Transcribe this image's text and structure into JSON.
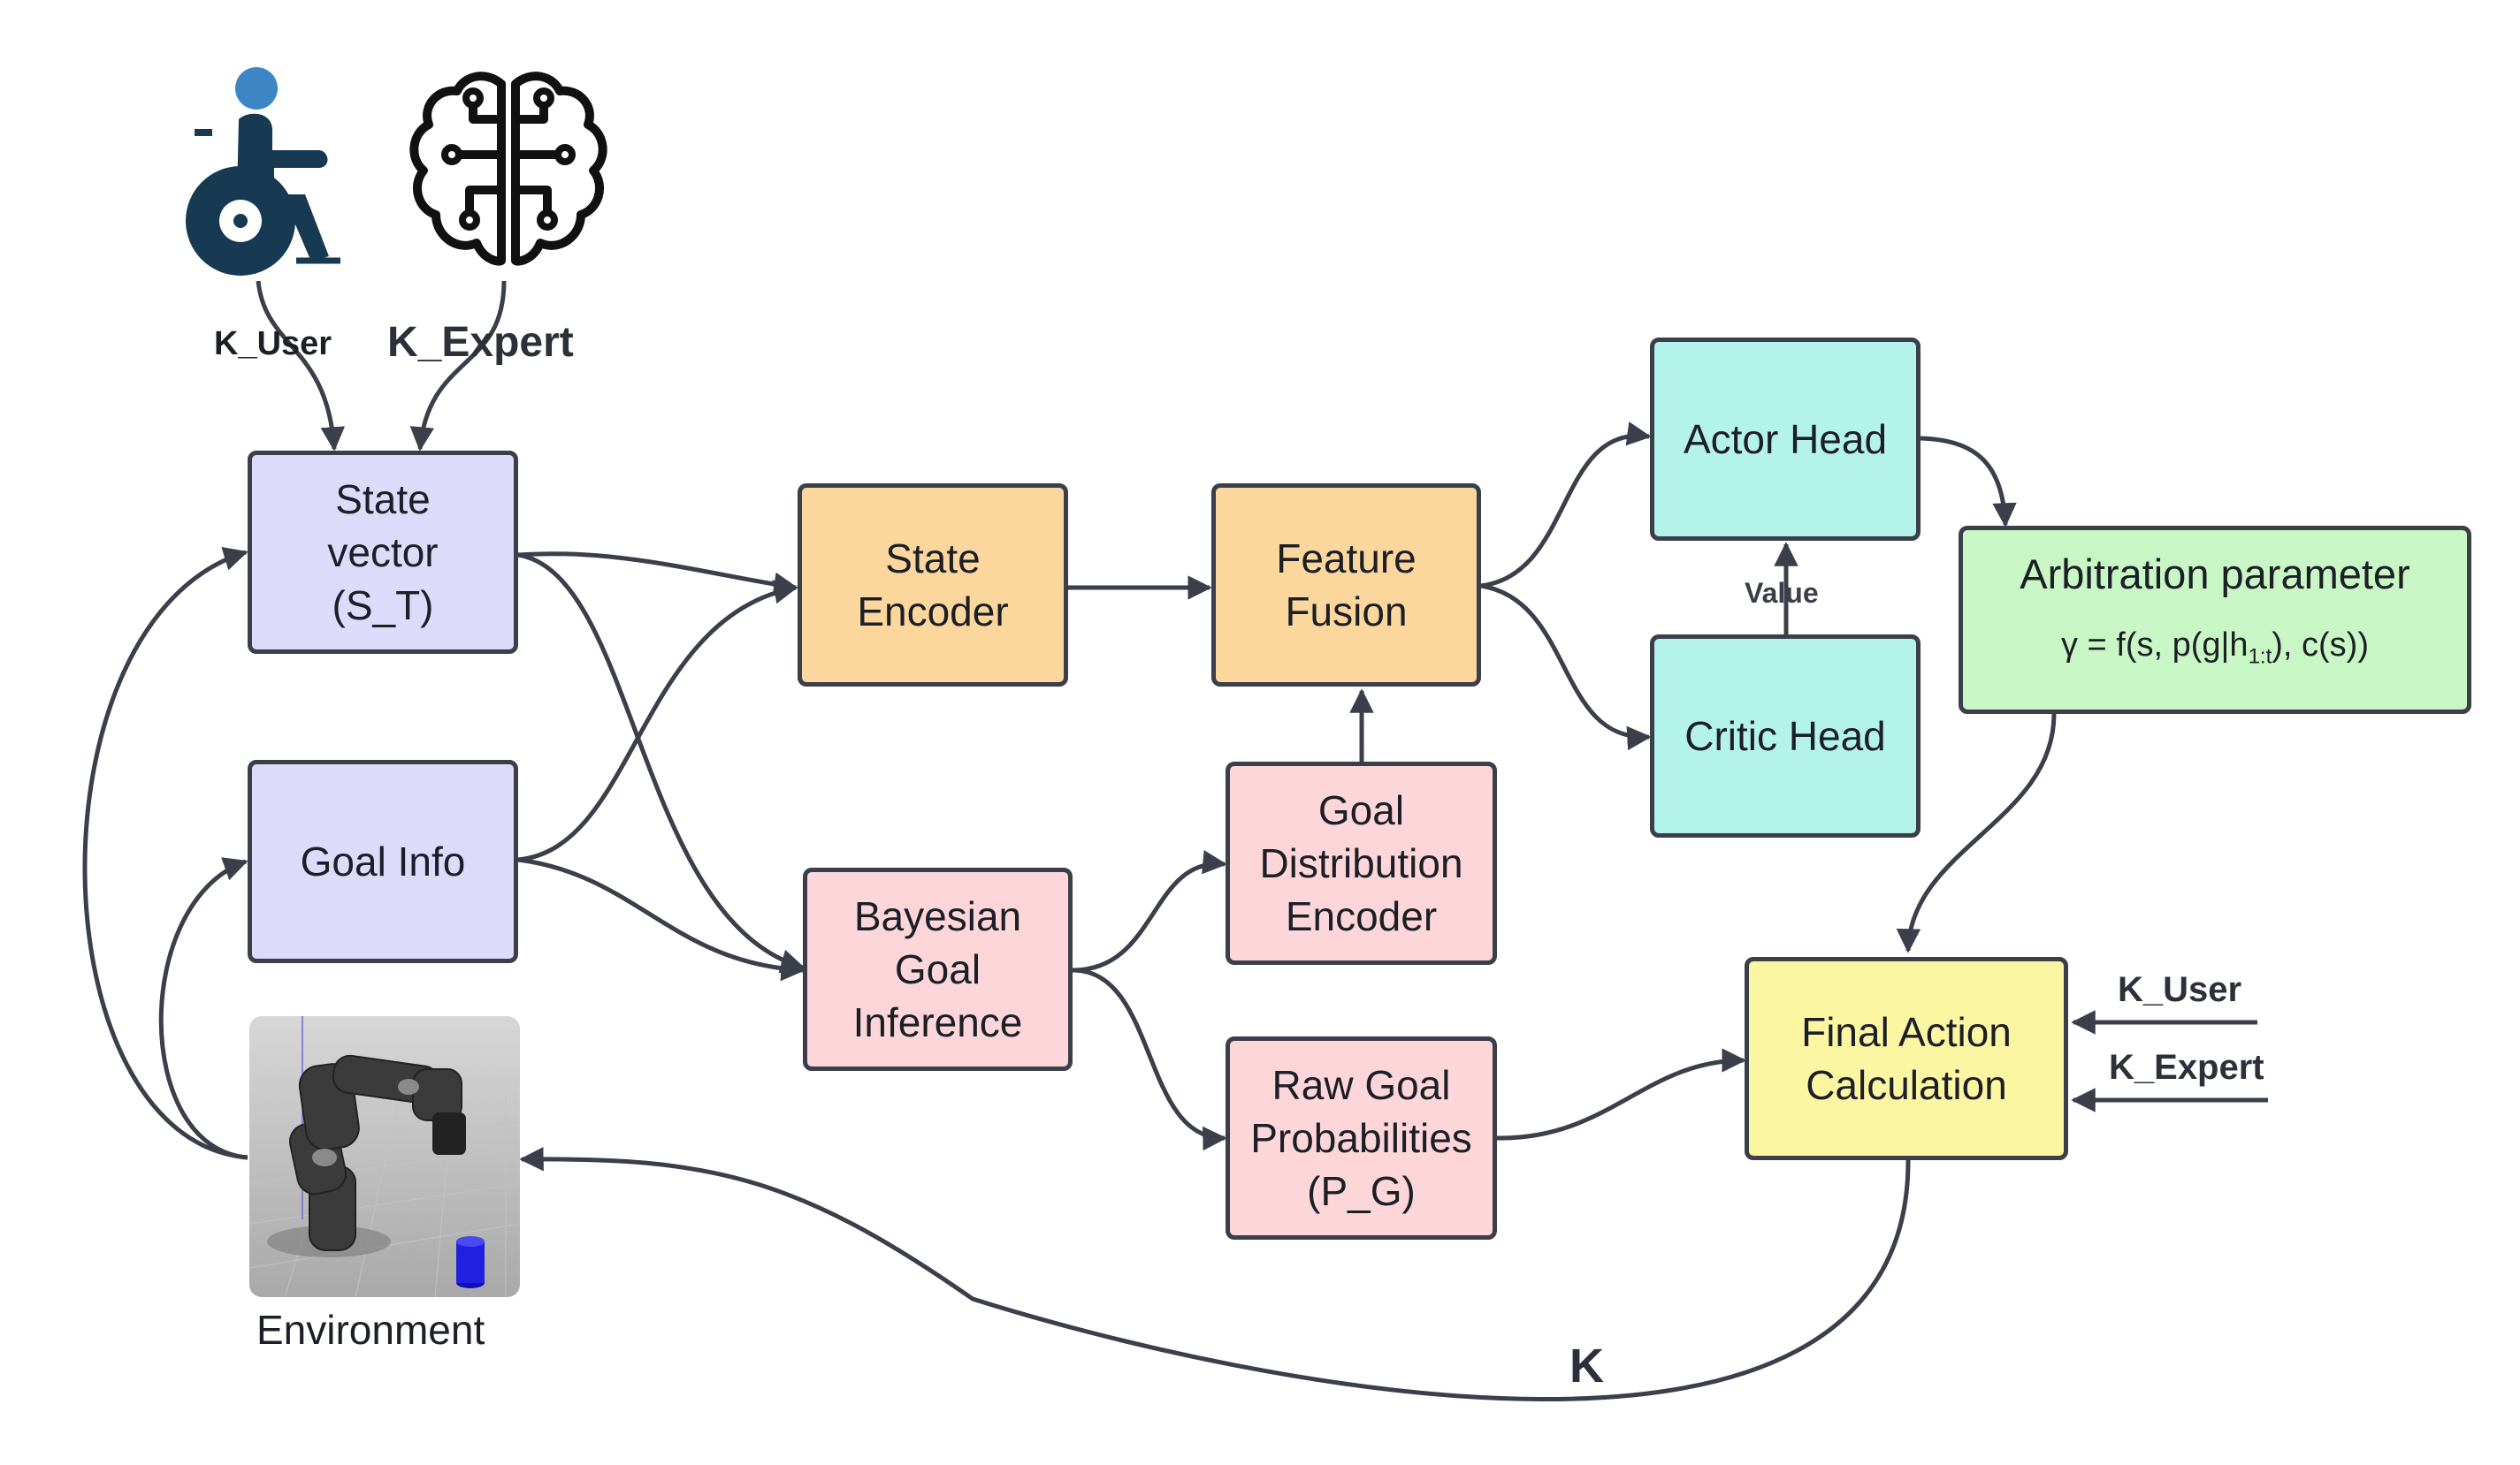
{
  "nodes": {
    "state_vector": [
      "State",
      "vector",
      "(S_T)"
    ],
    "goal_info": "Goal Info",
    "state_encoder": [
      "State",
      "Encoder"
    ],
    "bayesian": [
      "Bayesian",
      "Goal",
      "Inference"
    ],
    "feature_fusion": [
      "Feature",
      "Fusion"
    ],
    "goal_dist": [
      "Goal",
      "Distribution",
      "Encoder"
    ],
    "raw_goal": [
      "Raw Goal",
      "Probabilities",
      "(P_G)"
    ],
    "actor_head": "Actor Head",
    "critic_head": "Critic Head",
    "arbitration": {
      "title": "Arbitration parameter",
      "formula_main": "γ = f(s, p(g|h",
      "formula_sub": "1:t",
      "formula_end": "), c(s))"
    },
    "final_action": [
      "Final Action",
      "Calculation"
    ]
  },
  "labels": {
    "k_user_top": "K_User",
    "k_expert_top": "K_Expert",
    "value": "Value",
    "k_user_right": "K_User",
    "k_expert_right": "K_Expert",
    "environment": "Environment",
    "k_bottom": "K"
  },
  "icons": {
    "user": "wheelchair-user-icon",
    "expert": "brain-circuit-icon",
    "environment": "robot-arm-simulation-image"
  },
  "colors": {
    "input": "#dcdcfa",
    "encoder": "#fbd79e",
    "inference": "#fcd6d9",
    "heads": "#b4f3ea",
    "arbitration": "#c8f6c4",
    "final": "#fcf6a3",
    "stroke": "#3a3f4a",
    "wheelchair_dark": "#173a52",
    "wheelchair_head": "#3d86c6"
  }
}
